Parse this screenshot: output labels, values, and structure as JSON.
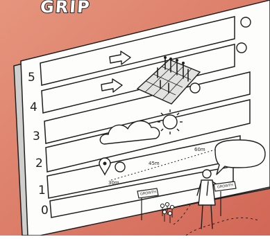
{
  "title": "GRIP",
  "board": {
    "levels": [
      "5",
      "4",
      "3",
      "2",
      "1",
      "0"
    ],
    "timeline_ticks": [
      "45m",
      "60m",
      "30m"
    ]
  },
  "signs": [
    "GROWTH",
    "GROWTH"
  ],
  "colors": {
    "background_gradient": [
      "#e48f78",
      "#d56a58"
    ],
    "board_face": "#fdfdfb",
    "board_edge": "#cfcfcd",
    "ink": "#1e1e1e"
  },
  "icons": [
    "arrow-right-icon",
    "chessboard-icon",
    "sun-icon",
    "cloud-icon",
    "map-pin-icon",
    "speech-bubble-icon",
    "person-icon"
  ]
}
